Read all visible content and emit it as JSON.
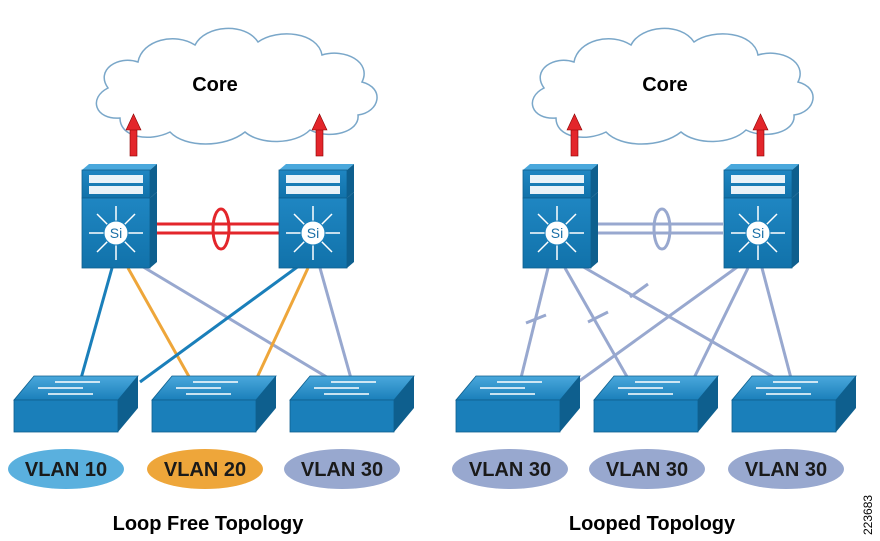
{
  "diagrams": [
    {
      "caption": "Loop Free Topology",
      "cloud_label": "Core",
      "si_labels": [
        "Si",
        "Si"
      ],
      "vlans": [
        {
          "label": "VLAN 10",
          "color": "#5ab0de"
        },
        {
          "label": "VLAN 20",
          "color": "#eea63a"
        },
        {
          "label": "VLAN 30",
          "color": "#98a8cf"
        }
      ],
      "trunk_color": "#e3262b"
    },
    {
      "caption": "Looped Topology",
      "cloud_label": "Core",
      "si_labels": [
        "Si",
        "Si"
      ],
      "vlans": [
        {
          "label": "VLAN 30",
          "color": "#98a8cf"
        },
        {
          "label": "VLAN 30",
          "color": "#98a8cf"
        },
        {
          "label": "VLAN 30",
          "color": "#98a8cf"
        }
      ],
      "trunk_color": "#98a8cf"
    }
  ],
  "figure_number": "223683",
  "colors": {
    "switch_blue": "#1a7fba",
    "switch_dark": "#0e5f8e",
    "link_blue": "#1a7fba",
    "link_orange": "#eea63a",
    "link_lavender": "#98a8cf",
    "uplink_red": "#e3262b",
    "cloud_stroke": "#7aa7c9"
  }
}
